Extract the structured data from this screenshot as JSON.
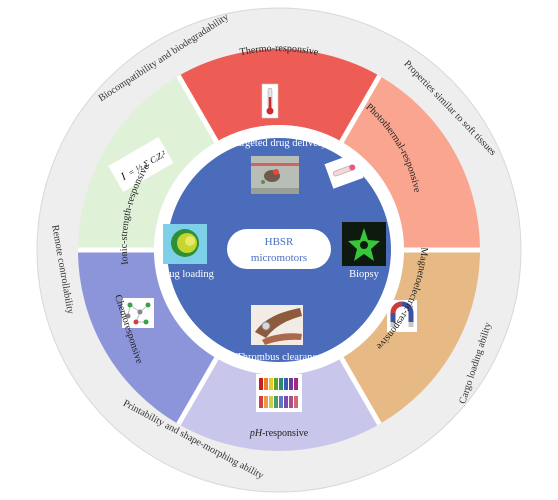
{
  "center": {
    "line1": "HBSR",
    "line2": "micromotors"
  },
  "applications": {
    "targeted": "Targeted drug delivery",
    "drug_loading": "Drug loading",
    "biopsy": "Biopsy",
    "thrombus": "Thrombus clearance"
  },
  "segments": {
    "thermo": "Thermo-responsive",
    "photothermal": "Photothermal-responsive",
    "magnetic": "Magnetoelectric-responsive",
    "ph_prefix": "pH",
    "ph_suffix": "-responsive",
    "chemo": "Chemoresponsive",
    "ionic": "Ionic-strength-responsive"
  },
  "properties": {
    "biocompat": "Biocompatibility and biodegradability",
    "soft": "Properties similar to soft tissues",
    "cargo": "Cargo loading ability",
    "printability": "Printability and shape-morphing ability",
    "remote": "Remote controllability"
  },
  "formula": {
    "lhs": "I",
    "rhs": "= ½ Σ CᵢZᵢ²"
  },
  "colors": {
    "thermo": "#ee5d55",
    "photothermal": "#f9a58f",
    "magnetic": "#e7b985",
    "ph": "#c8c6ea",
    "chemo": "#8c95d9",
    "ionic": "#dff2d8",
    "core": "#4a6cba",
    "outer_ring": "#eeeeee"
  }
}
